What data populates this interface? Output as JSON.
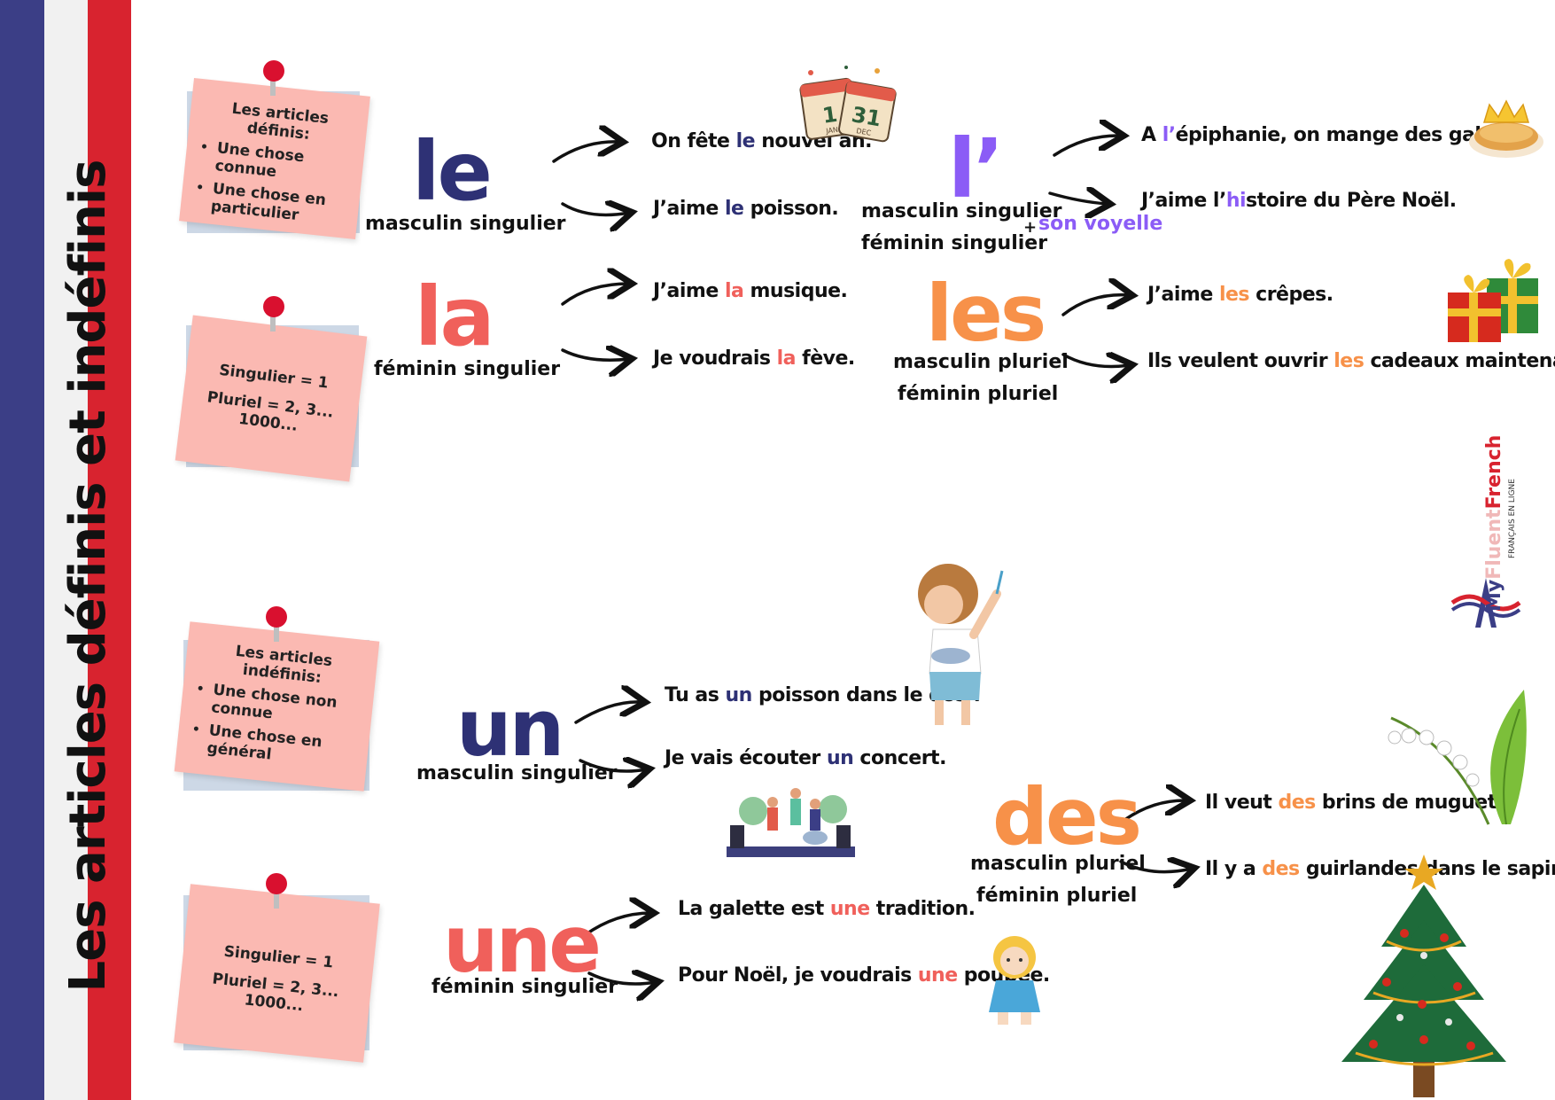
{
  "title": "Les articles définis et indéfinis",
  "flag_colors": {
    "blue": "#3b3e86",
    "white": "#f1f1f1",
    "red": "#d8232f"
  },
  "notes": {
    "definis": {
      "title": "Les articles définis:",
      "items": [
        "Une chose connue",
        "Une chose en particulier"
      ]
    },
    "count_top": {
      "line1": "Singulier = 1",
      "line2": "Pluriel = 2, 3... 1000..."
    },
    "indefinis": {
      "title": "Les articles indéfinis:",
      "items": [
        "Une chose non connue",
        "Une chose en général"
      ]
    },
    "count_bottom": {
      "line1": "Singulier = 1",
      "line2": "Pluriel = 2, 3... 1000..."
    }
  },
  "articles": {
    "le": {
      "word": "le",
      "desc": "masculin singulier",
      "color": "#2e3175",
      "ex1": {
        "before": "On fête ",
        "art": "le",
        "after": " nouvel an."
      },
      "ex2": {
        "before": "J’aime ",
        "art": "le",
        "after": " poisson."
      }
    },
    "la": {
      "word": "la",
      "desc": "féminin singulier",
      "color": "#f0605b",
      "ex1": {
        "before": "J’aime ",
        "art": "la",
        "after": " musique."
      },
      "ex2": {
        "before": "Je  voudrais ",
        "art": "la",
        "after": " fève."
      }
    },
    "l": {
      "word": "l’",
      "desc1": "masculin singulier",
      "desc2": "féminin singulier",
      "plus": "+",
      "voyelle": "son voyelle",
      "color": "#8b5cf6",
      "ex1": {
        "before": "A ",
        "art": "l’",
        "after": "épiphanie, on mange des galettes."
      },
      "ex2": {
        "before": "J’aime l’",
        "art": "hi",
        "after": "stoire du Père Noël."
      }
    },
    "les": {
      "word": "les",
      "desc1": "masculin pluriel",
      "desc2": "féminin pluriel",
      "color": "#f79149",
      "ex1": {
        "before": "J’aime ",
        "art": "les",
        "after": " crêpes."
      },
      "ex2": {
        "before": "Ils  veulent ouvrir ",
        "art": "les",
        "after": " cadeaux maintenant."
      }
    },
    "un": {
      "word": "un",
      "desc": "masculin singulier",
      "color": "#2e3175",
      "ex1": {
        "before": "Tu as ",
        "art": "un",
        "after": " poisson dans le dos !"
      },
      "ex2": {
        "before": "Je vais écouter ",
        "art": "un",
        "after": " concert."
      }
    },
    "une": {
      "word": "une",
      "desc": "féminin singulier",
      "color": "#f0605b",
      "ex1": {
        "before": "La galette est ",
        "art": "une",
        "after": " tradition."
      },
      "ex2": {
        "before": "Pour Noël, je voudrais ",
        "art": "une",
        "after": " poupée."
      }
    },
    "des": {
      "word": "des",
      "desc1": "masculin pluriel",
      "desc2": "féminin pluriel",
      "color": "#f79149",
      "ex1": {
        "before": "Il veut ",
        "art": "des",
        "after": " brins de muguet."
      },
      "ex2": {
        "before": "Il y a ",
        "art": "des",
        "after": " guirlandes dans le sapin."
      }
    }
  },
  "calendar": {
    "day1": "1",
    "month1": "JAN",
    "day2": "31",
    "month2": "DEC"
  },
  "brand": {
    "name_part1": "My",
    "name_part2": "Fluent",
    "name_part3": "French",
    "tagline": "FRANÇAIS EN LIGNE"
  }
}
